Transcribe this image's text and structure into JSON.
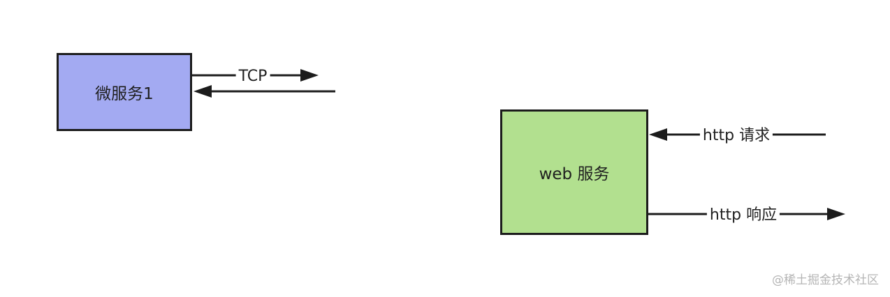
{
  "nodes": {
    "microservice": {
      "label": "微服务1",
      "fill": "#a3aaf2"
    },
    "web_service": {
      "label": "web 服务",
      "fill": "#b2e08f"
    }
  },
  "edges": {
    "tcp": {
      "label": "TCP"
    },
    "http_request": {
      "label": "http 请求"
    },
    "http_response": {
      "label": "http 响应"
    }
  },
  "watermark": "@稀土掘金技术社区",
  "colors": {
    "stroke": "#1c1c1c",
    "background": "#ffffff",
    "watermark": "#b5b5b5"
  }
}
